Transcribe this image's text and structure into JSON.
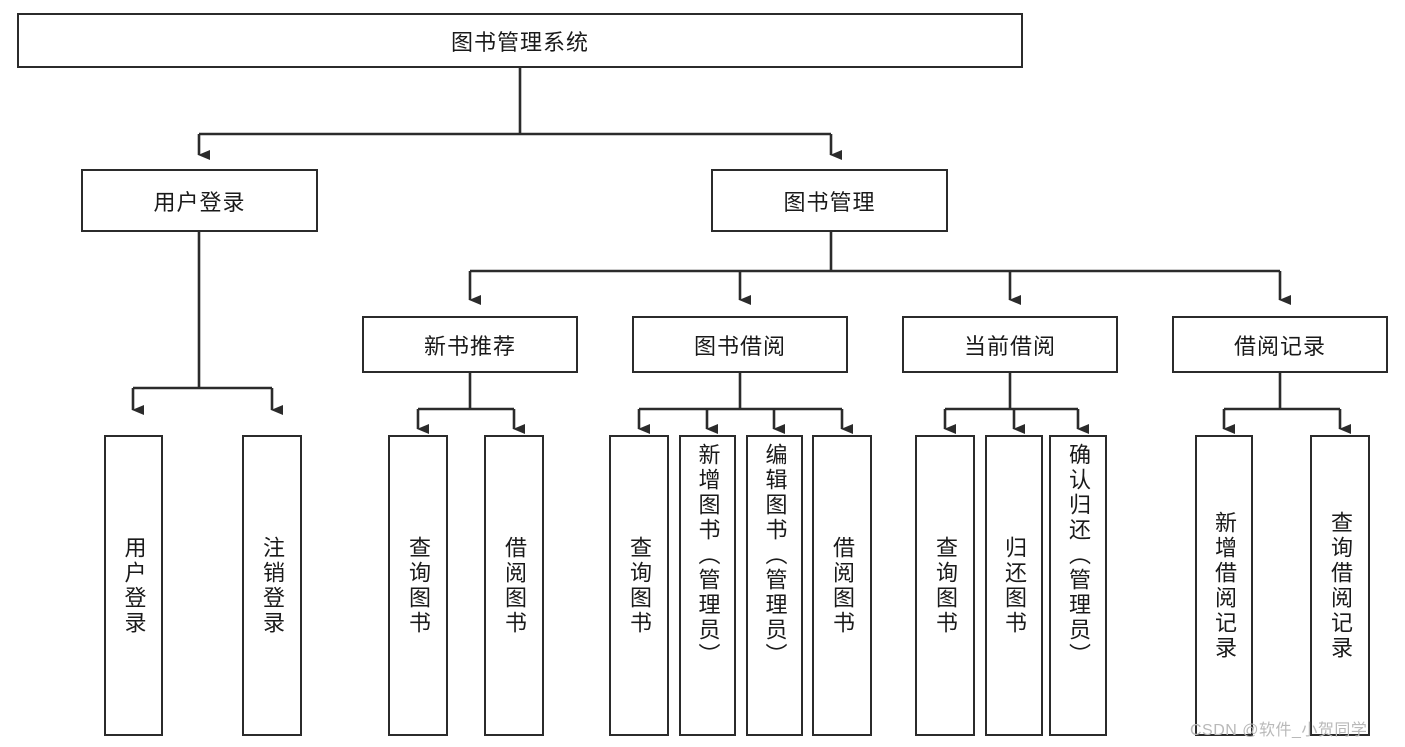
{
  "diagram": {
    "type": "tree-hierarchy-chart",
    "title": "图书管理系统",
    "watermark": "CSDN @软件_小贺同学",
    "colors": {
      "box_border": "#2b2b2b",
      "box_fill": "#ffffff",
      "connector": "#2b2b2b",
      "text": "#1a1a1a",
      "watermark": "#b9b9b9",
      "background": "#ffffff"
    },
    "nodes": {
      "root": {
        "label": "图书管理系统",
        "level": 1,
        "orientation": "horizontal"
      },
      "user_login": {
        "label": "用户登录",
        "level": 2,
        "orientation": "horizontal"
      },
      "book_manage": {
        "label": "图书管理",
        "level": 2,
        "orientation": "horizontal"
      },
      "new_book_rec": {
        "label": "新书推荐",
        "level": 3,
        "orientation": "horizontal"
      },
      "book_borrow": {
        "label": "图书借阅",
        "level": 3,
        "orientation": "horizontal"
      },
      "current_borrow": {
        "label": "当前借阅",
        "level": 3,
        "orientation": "horizontal"
      },
      "borrow_record": {
        "label": "借阅记录",
        "level": 3,
        "orientation": "horizontal"
      },
      "leaf_user_login": {
        "label": "用户登录",
        "level": 4,
        "orientation": "vertical"
      },
      "leaf_logout": {
        "label": "注销登录",
        "level": 4,
        "orientation": "vertical"
      },
      "leaf_query_book_1": {
        "label": "查询图书",
        "level": 4,
        "orientation": "vertical"
      },
      "leaf_borrow_book_1": {
        "label": "借阅图书",
        "level": 4,
        "orientation": "vertical"
      },
      "leaf_query_book_2": {
        "label": "查询图书",
        "level": 4,
        "orientation": "vertical"
      },
      "leaf_add_book": {
        "label": "新增图书（管理员）",
        "level": 4,
        "orientation": "vertical"
      },
      "leaf_edit_book": {
        "label": "编辑图书（管理员）",
        "level": 4,
        "orientation": "vertical"
      },
      "leaf_borrow_book_2": {
        "label": "借阅图书",
        "level": 4,
        "orientation": "vertical"
      },
      "leaf_query_book_3": {
        "label": "查询图书",
        "level": 4,
        "orientation": "vertical"
      },
      "leaf_return_book": {
        "label": "归还图书",
        "level": 4,
        "orientation": "vertical"
      },
      "leaf_confirm_return": {
        "label": "确认归还（管理员）",
        "level": 4,
        "orientation": "vertical"
      },
      "leaf_add_record": {
        "label": "新增借阅记录",
        "level": 4,
        "orientation": "vertical"
      },
      "leaf_query_record": {
        "label": "查询借阅记录",
        "level": 4,
        "orientation": "vertical"
      }
    },
    "edges": [
      {
        "from": "root",
        "to": "user_login"
      },
      {
        "from": "root",
        "to": "book_manage"
      },
      {
        "from": "user_login",
        "to": "leaf_user_login"
      },
      {
        "from": "user_login",
        "to": "leaf_logout"
      },
      {
        "from": "book_manage",
        "to": "new_book_rec"
      },
      {
        "from": "book_manage",
        "to": "book_borrow"
      },
      {
        "from": "book_manage",
        "to": "current_borrow"
      },
      {
        "from": "book_manage",
        "to": "borrow_record"
      },
      {
        "from": "new_book_rec",
        "to": "leaf_query_book_1"
      },
      {
        "from": "new_book_rec",
        "to": "leaf_borrow_book_1"
      },
      {
        "from": "book_borrow",
        "to": "leaf_query_book_2"
      },
      {
        "from": "book_borrow",
        "to": "leaf_add_book"
      },
      {
        "from": "book_borrow",
        "to": "leaf_edit_book"
      },
      {
        "from": "book_borrow",
        "to": "leaf_borrow_book_2"
      },
      {
        "from": "current_borrow",
        "to": "leaf_query_book_3"
      },
      {
        "from": "current_borrow",
        "to": "leaf_return_book"
      },
      {
        "from": "current_borrow",
        "to": "leaf_confirm_return"
      },
      {
        "from": "borrow_record",
        "to": "leaf_add_record"
      },
      {
        "from": "borrow_record",
        "to": "leaf_query_record"
      }
    ]
  }
}
